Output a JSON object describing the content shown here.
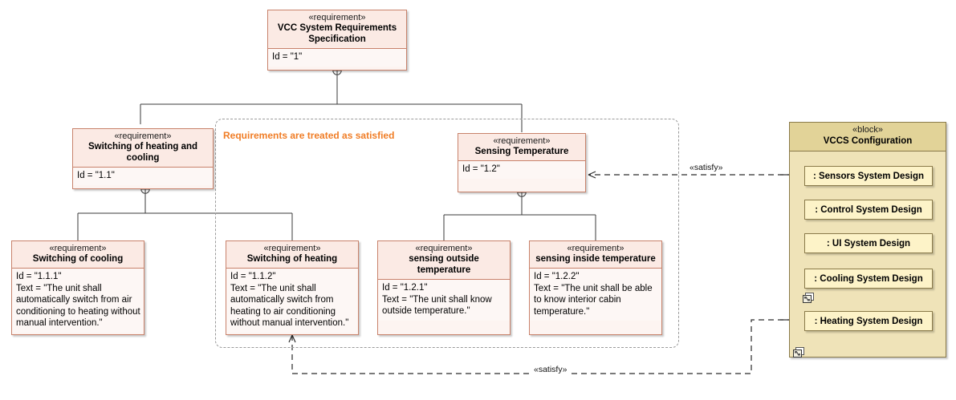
{
  "diagram": {
    "type": "sysml-requirement-diagram",
    "note": {
      "text": "Requirements are treated as satisfied",
      "color": "#f07d26"
    },
    "colors": {
      "requirement_header": "#fbeae4",
      "requirement_body": "#fdf7f5",
      "requirement_border": "#c8826b",
      "block_header": "#e2d398",
      "block_body": "#efe3b8",
      "block_border": "#8a7a4a",
      "part_fill": "#fdf3c8",
      "note_orange": "#f07d26",
      "connector": "#3a3a3a",
      "frame_dash": "#9a9a9a"
    },
    "stereotypes": {
      "requirement": "«requirement»",
      "block": "«block»",
      "satisfy": "«satisfy»"
    }
  },
  "requirements": [
    {
      "id": "root",
      "stereotype": "«requirement»",
      "name": "VCC System Requirements Specification",
      "body": "Id = \"1\""
    },
    {
      "id": "r11",
      "stereotype": "«requirement»",
      "name": "Switching of heating and cooling",
      "body": "Id = \"1.1\""
    },
    {
      "id": "r12",
      "stereotype": "«requirement»",
      "name": "Sensing Temperature",
      "body": "Id = \"1.2\""
    },
    {
      "id": "r111",
      "stereotype": "«requirement»",
      "name": "Switching of cooling",
      "body": "Id = \"1.1.1\"\nText = \"The unit shall automatically switch from air conditioning to heating without manual intervention.\""
    },
    {
      "id": "r112",
      "stereotype": "«requirement»",
      "name": "Switching of heating",
      "body": "Id = \"1.1.2\"\nText = \"The unit shall automatically switch from heating to air conditioning without manual intervention.\""
    },
    {
      "id": "r121",
      "stereotype": "«requirement»",
      "name": "sensing outside temperature",
      "body": "Id = \"1.2.1\"\nText = \"The unit shall know outside temperature.\""
    },
    {
      "id": "r122",
      "stereotype": "«requirement»",
      "name": "sensing inside temperature",
      "body": "Id = \"1.2.2\"\nText = \"The unit shall be able to know interior cabin temperature.\""
    }
  ],
  "block": {
    "stereotype": "«block»",
    "name": "VCCS Configuration",
    "parts": [
      {
        "label": ": Sensors System Design",
        "has_diagram_icon": false
      },
      {
        "label": ": Control System Design",
        "has_diagram_icon": false
      },
      {
        "label": ": UI System Design",
        "has_diagram_icon": false
      },
      {
        "label": ": Cooling System Design",
        "has_diagram_icon": true
      },
      {
        "label": ": Heating System Design",
        "has_diagram_icon": true
      }
    ]
  },
  "relationships": [
    {
      "kind": "containment",
      "from": "root",
      "to": "r11"
    },
    {
      "kind": "containment",
      "from": "root",
      "to": "r12"
    },
    {
      "kind": "containment",
      "from": "r11",
      "to": "r111"
    },
    {
      "kind": "containment",
      "from": "r11",
      "to": "r112"
    },
    {
      "kind": "containment",
      "from": "r12",
      "to": "r121"
    },
    {
      "kind": "containment",
      "from": "r12",
      "to": "r122"
    },
    {
      "kind": "satisfy",
      "label": "«satisfy»",
      "from": ": Sensors System Design",
      "to": "Sensing Temperature"
    },
    {
      "kind": "satisfy",
      "label": "«satisfy»",
      "from": ": Heating System Design",
      "to": "Switching of heating"
    }
  ]
}
